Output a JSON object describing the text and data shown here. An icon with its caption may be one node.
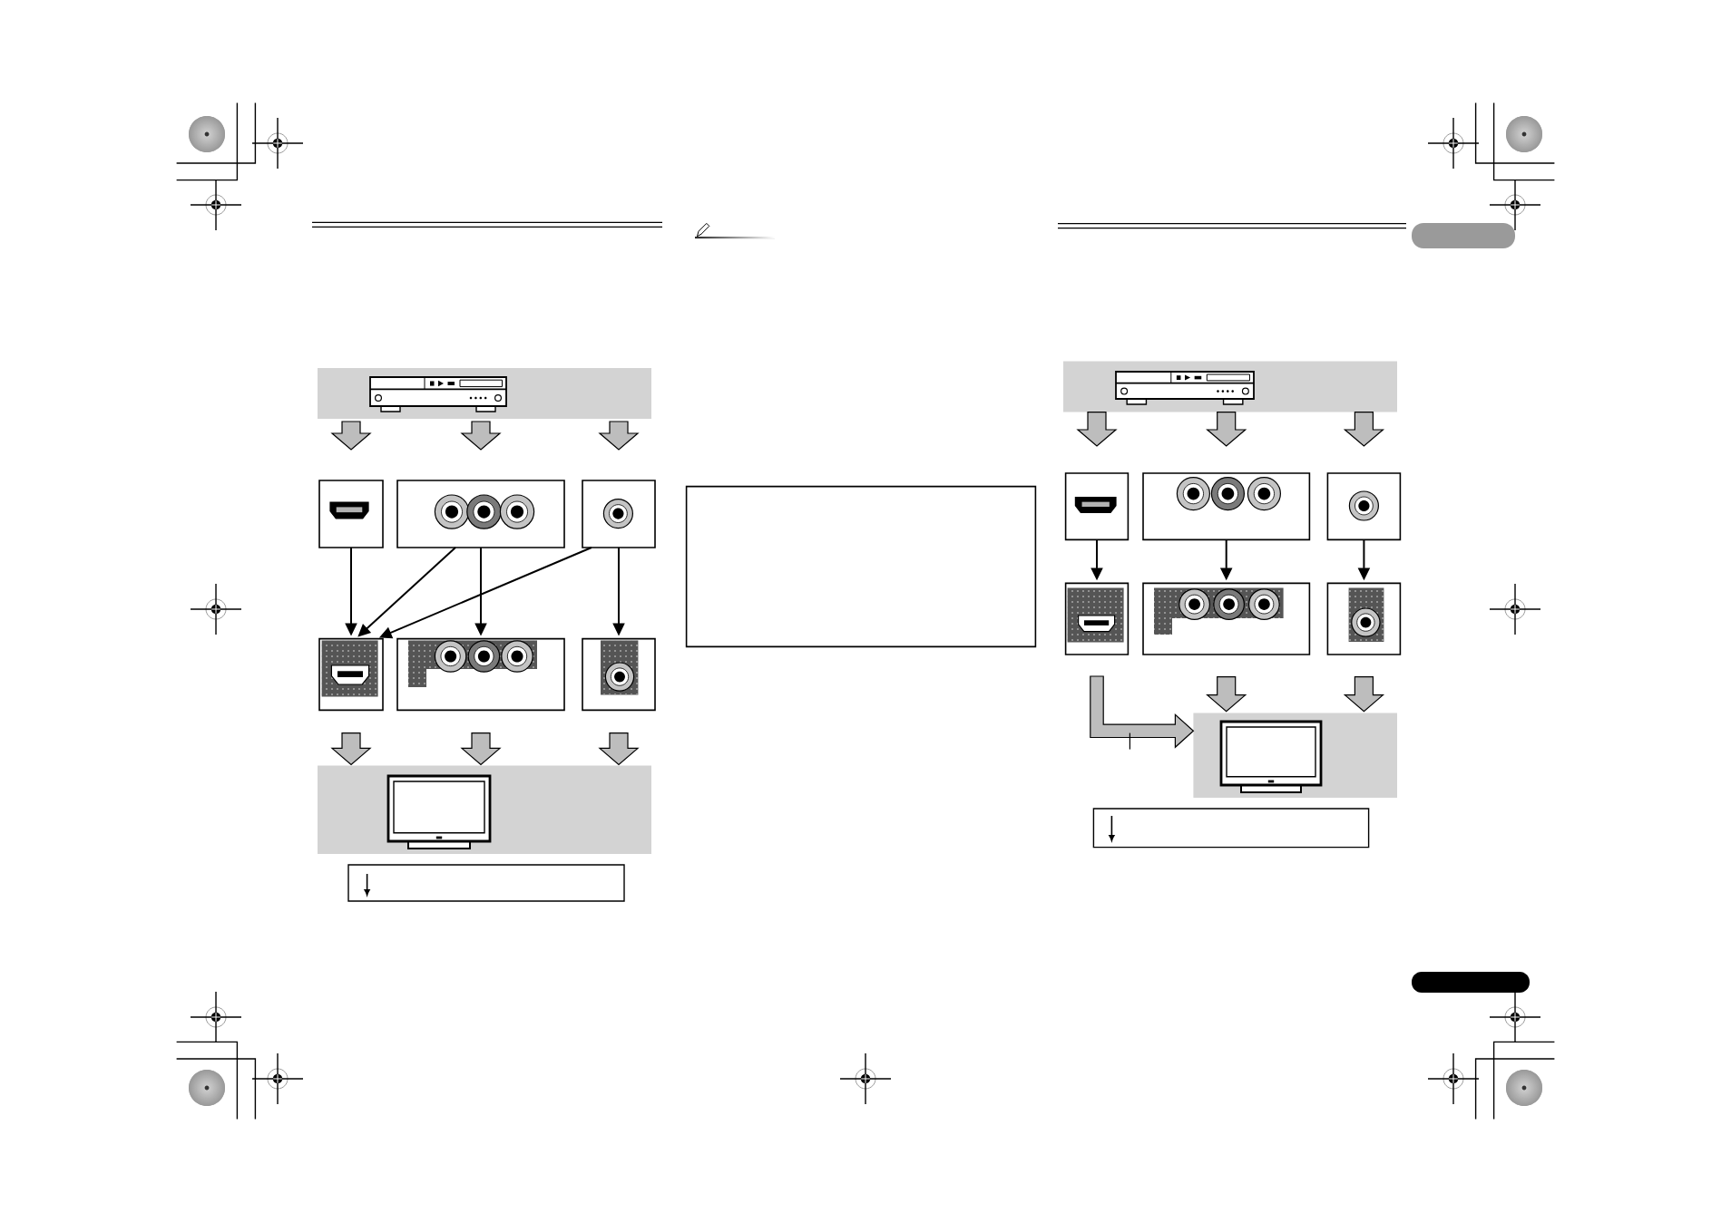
{
  "diagram": {
    "nodes": [
      {
        "text": [],
        "shape": "box"
      },
      {
        "text": [],
        "shape": "box"
      },
      {
        "text": [],
        "shape": "box"
      },
      {
        "text": [],
        "shape": "box"
      },
      {
        "text": [],
        "shape": "box"
      },
      {
        "text": [],
        "shape": "box"
      },
      {
        "text": [],
        "shape": "box"
      },
      {
        "text": [],
        "shape": "box"
      },
      {
        "text": [],
        "shape": "box"
      },
      {
        "text": [],
        "shape": "box"
      },
      {
        "text": [],
        "shape": "box"
      },
      {
        "text": [],
        "shape": "box"
      },
      {
        "text": [],
        "shape": "box"
      },
      {
        "text": [],
        "shape": "box"
      },
      {
        "text": [],
        "shape": "box"
      },
      {
        "text": [],
        "shape": "box"
      },
      {
        "text": [],
        "shape": "box"
      },
      {
        "text": [],
        "shape": "box"
      },
      {
        "text": [],
        "shape": "box"
      }
    ],
    "edges": [
      {
        "from": 0,
        "to": 1,
        "arrow": "to",
        "style": "thick"
      },
      {
        "from": 0,
        "to": 2,
        "arrow": "to",
        "style": "thick"
      },
      {
        "from": 0,
        "to": 3,
        "arrow": "to",
        "style": "thick"
      },
      {
        "from": 1,
        "to": 4,
        "arrow": "to"
      },
      {
        "from": 2,
        "to": 4,
        "arrow": "to"
      },
      {
        "from": 2,
        "to": 5,
        "arrow": "to"
      },
      {
        "from": 3,
        "to": 4,
        "arrow": "to"
      },
      {
        "from": 3,
        "to": 6,
        "arrow": "to"
      },
      {
        "from": 4,
        "to": 7,
        "arrow": "to",
        "style": "thick"
      },
      {
        "from": 5,
        "to": 7,
        "arrow": "to",
        "style": "thick"
      },
      {
        "from": 6,
        "to": 7,
        "arrow": "to",
        "style": "thick"
      },
      {
        "from": 10,
        "to": 11,
        "arrow": "to",
        "style": "thick"
      },
      {
        "from": 10,
        "to": 12,
        "arrow": "to",
        "style": "thick"
      },
      {
        "from": 10,
        "to": 13,
        "arrow": "to",
        "style": "thick"
      },
      {
        "from": 11,
        "to": 14,
        "arrow": "to"
      },
      {
        "from": 12,
        "to": 15,
        "arrow": "to"
      },
      {
        "from": 13,
        "to": 16,
        "arrow": "to"
      },
      {
        "from": 14,
        "to": 17,
        "arrow": "to",
        "style": "thick"
      },
      {
        "from": 15,
        "to": 17,
        "arrow": "to",
        "style": "thick"
      },
      {
        "from": 16,
        "to": 17,
        "arrow": "to",
        "style": "thick"
      }
    ]
  }
}
